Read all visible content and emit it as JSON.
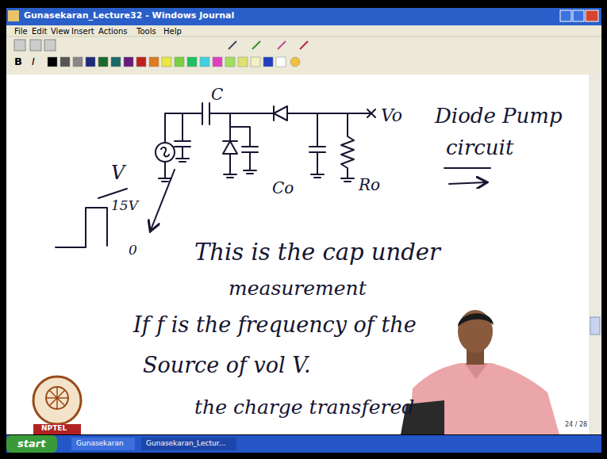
{
  "diagram": {
    "title": "Gunasekaran_Lecture32 - Windows Journal",
    "labels": [
      "File",
      "Edit",
      "View",
      "Insert",
      "Actions",
      "Tools",
      "Help",
      "B",
      "I",
      "C",
      "Vo",
      "Diode Pump",
      "circuit",
      "V",
      "15V",
      "0",
      "Co",
      "Ro",
      "This is the cap under",
      "measurement",
      "If f is the frequency of the",
      "Source of vol V.",
      "the charge transfered",
      "24 / 28",
      "NPTEL",
      "start",
      "Gunasekaran",
      "Gunasekaran_Lectur..."
    ]
  }
}
